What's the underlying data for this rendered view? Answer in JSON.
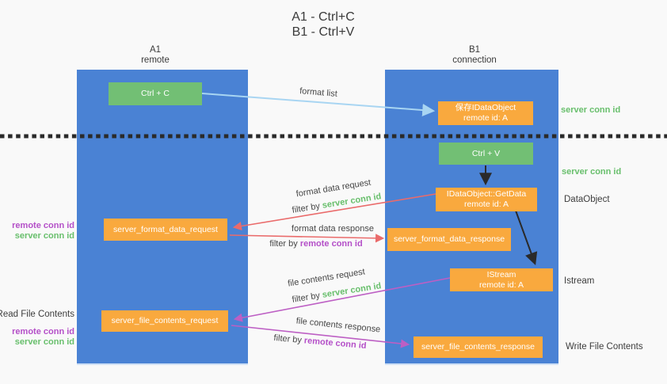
{
  "title": {
    "line1": "A1 - Ctrl+C",
    "line2": "B1 - Ctrl+V"
  },
  "lanes": {
    "a1": {
      "title": "A1",
      "subtitle": "remote"
    },
    "b1": {
      "title": "B1",
      "subtitle": "connection"
    }
  },
  "nodes": {
    "ctrl_c": {
      "label": "Ctrl + C"
    },
    "save_idataobject": {
      "line1": "保存IDataObject",
      "line2": "remote id: A"
    },
    "ctrl_v": {
      "label": "Ctrl + V"
    },
    "getdata": {
      "line1": "IDataObject::GetData",
      "line2": "remote id: A"
    },
    "server_format_data_request": {
      "label": "server_format_data_request"
    },
    "server_format_data_response": {
      "label": "server_format_data_response"
    },
    "istream": {
      "line1": "IStream",
      "line2": "remote id: A"
    },
    "server_file_contents_request": {
      "label": "server_file_contents_request"
    },
    "server_file_contents_response": {
      "label": "server_file_contents_response"
    }
  },
  "arrows": {
    "format_list": {
      "label": "format list"
    },
    "format_data_request": {
      "label": "format data request",
      "filter_prefix": "filter by",
      "filter_key": "server conn id"
    },
    "format_data_response": {
      "label": "format data response",
      "filter_prefix": "filter by",
      "filter_key": "remote conn id"
    },
    "file_contents_request": {
      "label": "file contents request",
      "filter_prefix": "filter by",
      "filter_key": "server conn id"
    },
    "file_contents_response": {
      "label": "file contents response",
      "filter_prefix": "filter by",
      "filter_key": "remote conn id"
    }
  },
  "side_labels": {
    "left": {
      "remote_conn_id_1": "remote conn id",
      "server_conn_id_1": "server conn id",
      "read_file_contents": "Read File Contents",
      "remote_conn_id_2": "remote conn id",
      "server_conn_id_2": "server conn id"
    },
    "right": {
      "server_conn_id_1": "server conn id",
      "server_conn_id_2": "server conn id",
      "dataobject": "DataObject",
      "istream": "Istream",
      "write_file_contents": "Write File Contents"
    }
  },
  "colors": {
    "background": "#f9f9f9",
    "lane_blue": "#4a82d4",
    "box_green": "#72bf74",
    "box_orange": "#f9a93e",
    "arrow_light_blue": "#a8d5f2",
    "arrow_red": "#ea6b6b",
    "arrow_magenta": "#bd5fc4",
    "arrow_black": "#2a2a2a",
    "text_green": "#68bf6c",
    "text_purple": "#b44fc8",
    "text_dark": "#3d3d3d"
  }
}
